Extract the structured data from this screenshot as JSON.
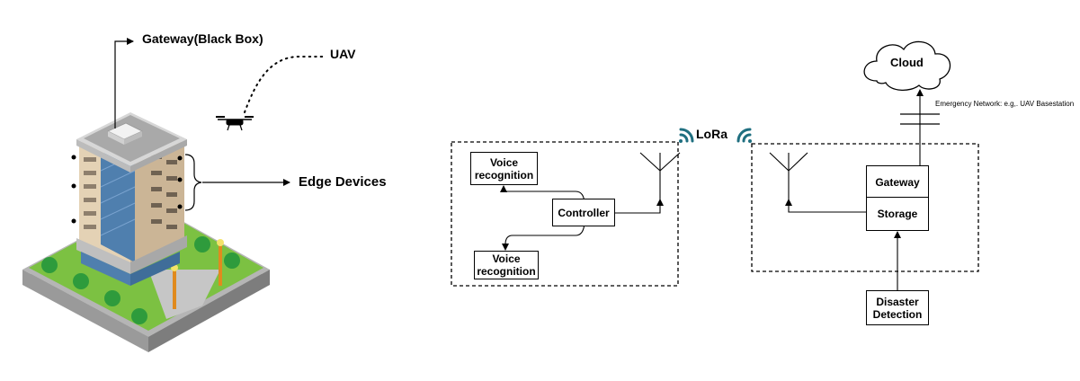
{
  "left_scene": {
    "gateway_label": "Gateway(Black Box)",
    "uav_label": "UAV",
    "edge_devices_label": "Edge Devices"
  },
  "left_node": {
    "voice_top": "Voice recognition",
    "controller": "Controller",
    "voice_bottom": "Voice recognition"
  },
  "lora_label": "LoRa",
  "right_node": {
    "gateway": "Gateway",
    "storage": "Storage",
    "disaster_detection": "Disaster Detection",
    "cloud": "Cloud",
    "emergency_network": "Emergency Network: e.g,. UAV Basestation"
  },
  "colors": {
    "wifi": "#1f6f80",
    "grass": "#7cc142",
    "glass": "#4f7fae",
    "facade": "#d9c4a6"
  }
}
